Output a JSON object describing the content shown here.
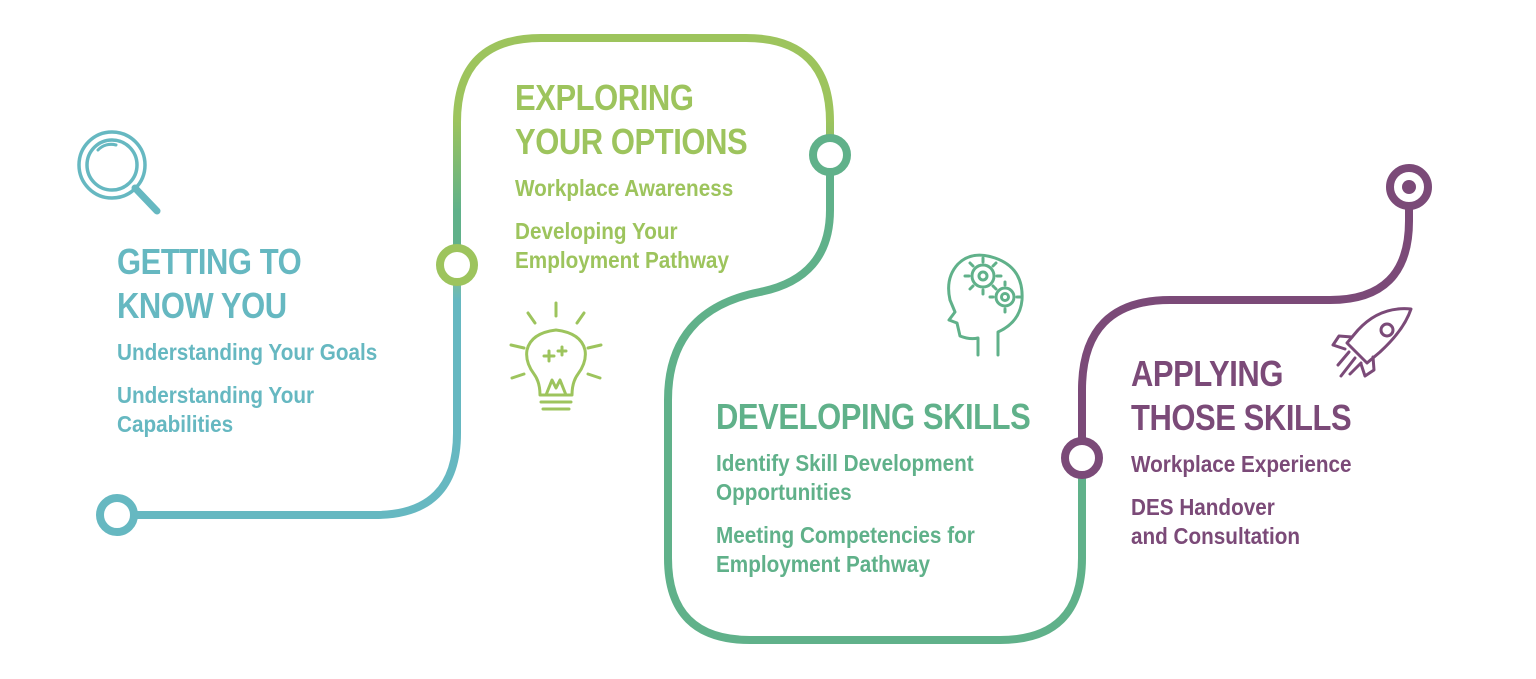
{
  "colors": {
    "teal": "#66b8c1",
    "green": "#9dc45d",
    "mint": "#60b18a",
    "plum": "#7b4a78"
  },
  "stages": [
    {
      "title_line1": "GETTING TO",
      "title_line2": "KNOW YOU",
      "items": [
        "Understanding Your Goals",
        "Understanding Your\nCapabilities"
      ],
      "icon": "magnifying-glass-icon"
    },
    {
      "title_line1": "EXPLORING",
      "title_line2": "YOUR OPTIONS",
      "items": [
        "Workplace Awareness",
        "Developing Your\nEmployment Pathway"
      ],
      "icon": "lightbulb-icon"
    },
    {
      "title_line1": "DEVELOPING SKILLS",
      "title_line2": "",
      "items": [
        "Identify Skill Development\nOpportunities",
        "Meeting Competencies for\nEmployment Pathway"
      ],
      "icon": "head-gears-icon"
    },
    {
      "title_line1": "APPLYING",
      "title_line2": "THOSE SKILLS",
      "items": [
        "Workplace Experience",
        "DES Handover\nand Consultation"
      ],
      "icon": "rocket-icon"
    }
  ]
}
